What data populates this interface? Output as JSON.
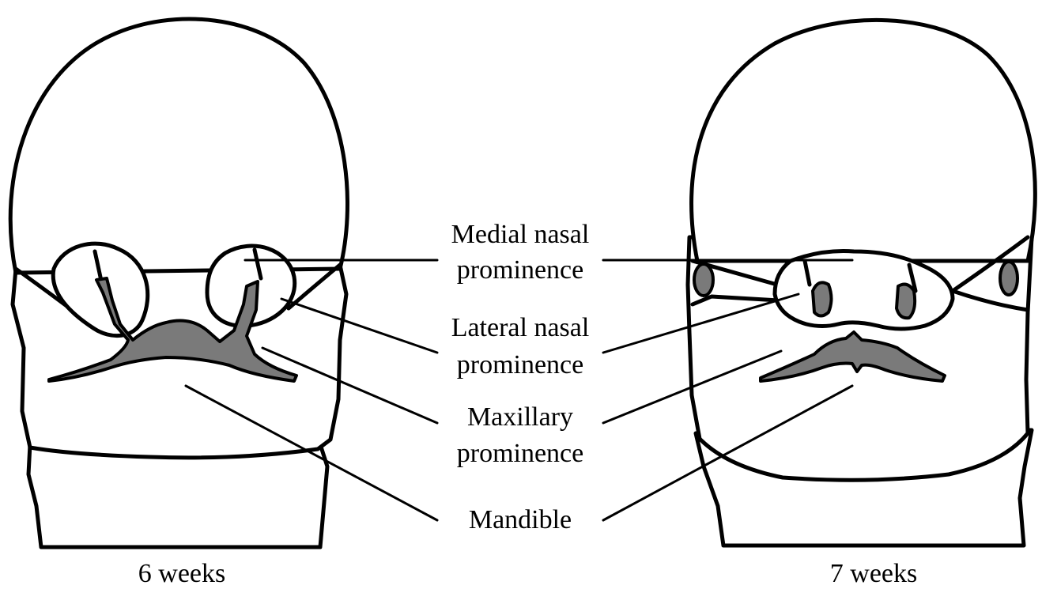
{
  "panels": [
    {
      "id": "left",
      "caption": "6 weeks"
    },
    {
      "id": "right",
      "caption": "7 weeks"
    }
  ],
  "labels": [
    {
      "id": "medial",
      "lines": [
        "Medial nasal",
        "prominence"
      ]
    },
    {
      "id": "lateral",
      "lines": [
        "Lateral nasal",
        "prominence"
      ]
    },
    {
      "id": "maxillary",
      "lines": [
        "Maxillary",
        "prominence"
      ]
    },
    {
      "id": "mandible",
      "lines": [
        "Mandible"
      ]
    }
  ],
  "colors": {
    "outline": "#000000",
    "shading": "#7a7a7a",
    "background": "#ffffff"
  }
}
